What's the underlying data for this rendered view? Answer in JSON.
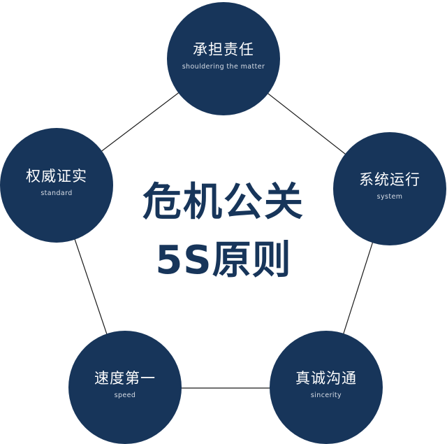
{
  "title": {
    "line1": "危机公关",
    "line2": "5S原则"
  },
  "colors": {
    "circle": "#17355a",
    "title": "#17355a",
    "line": "#1a1a1a",
    "background": "#ffffff"
  },
  "nodes": [
    {
      "zh": "承担责任",
      "en": "shouldering the matter"
    },
    {
      "zh": "系统运行",
      "en": "system"
    },
    {
      "zh": "真诚沟通",
      "en": "sincerity"
    },
    {
      "zh": "速度第一",
      "en": "speed"
    },
    {
      "zh": "权威证实",
      "en": "standard"
    }
  ]
}
